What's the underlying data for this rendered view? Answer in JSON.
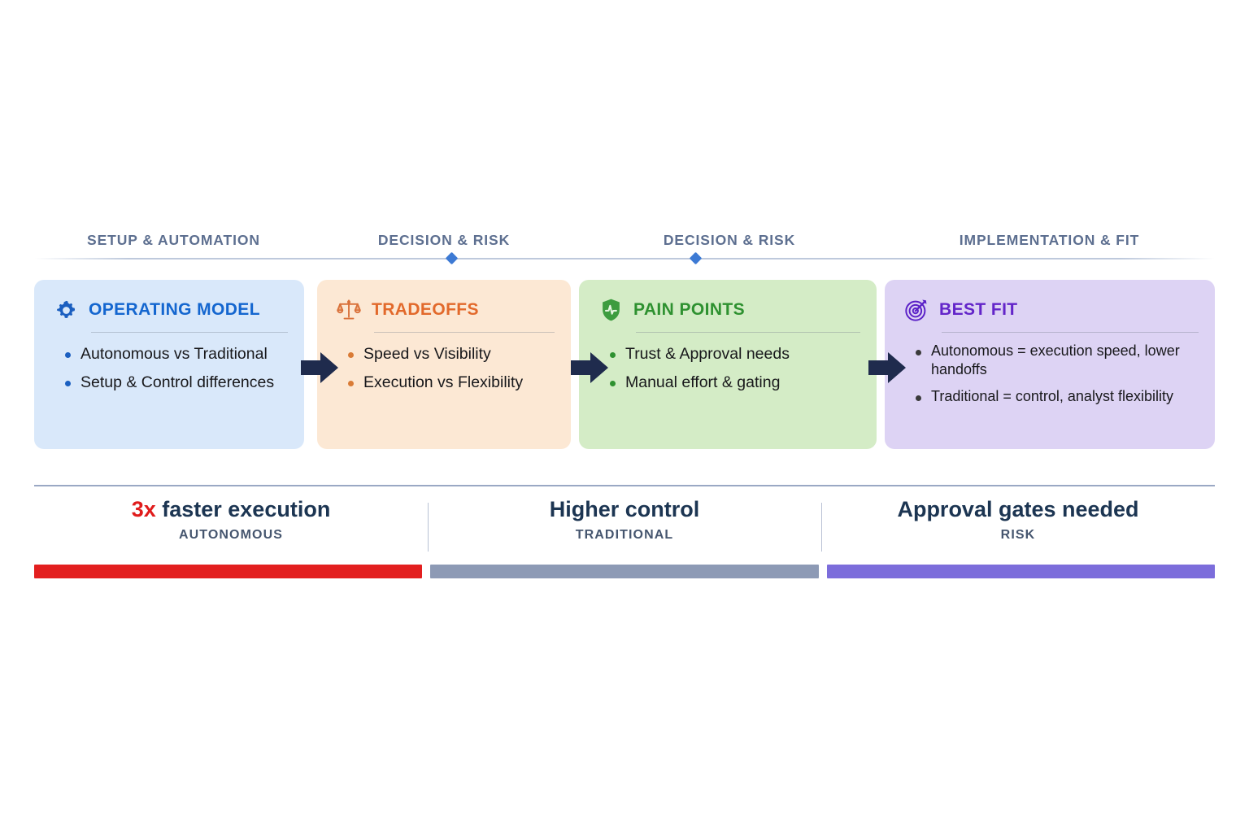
{
  "phases": [
    {
      "label": "SETUP & AUTOMATION"
    },
    {
      "label": "DECISION & RISK"
    },
    {
      "label": "DECISION & RISK"
    },
    {
      "label": "IMPLEMENTATION & FIT"
    }
  ],
  "cards": [
    {
      "icon": "gear-icon",
      "title": "OPERATING MODEL",
      "accent": "#1466cf",
      "background": "#d9e8fa",
      "bullets": [
        "Autonomous vs Traditional",
        "Setup & Control differences"
      ]
    },
    {
      "icon": "scales-icon",
      "title": "TRADEOFFS",
      "accent": "#e2692b",
      "background": "#fce8d4",
      "bullets": [
        "Speed vs Visibility",
        "Execution vs Flexibility"
      ]
    },
    {
      "icon": "shield-check-icon",
      "title": "PAIN POINTS",
      "accent": "#2e9130",
      "background": "#d4ecc6",
      "bullets": [
        "Trust & Approval needs",
        "Manual effort & gating"
      ]
    },
    {
      "icon": "target-icon",
      "title": "BEST FIT",
      "accent": "#6325c9",
      "background": "#ddd3f4",
      "bullets": [
        "Autonomous = execution speed, lower handoffs",
        "Traditional = control, analyst flexibility"
      ]
    }
  ],
  "arrows": [
    {
      "name": "arrow-operating-to-tradeoffs"
    },
    {
      "name": "arrow-tradeoffs-to-pain-points"
    },
    {
      "name": "arrow-pain-points-to-best-fit"
    }
  ],
  "stats": [
    {
      "accent_text": "3x",
      "headline": " faster execution",
      "sublabel": "AUTONOMOUS",
      "bar_color": "#e31f1f"
    },
    {
      "accent_text": "",
      "headline": "Higher control",
      "sublabel": "TRADITIONAL",
      "bar_color": "#8d9ab5"
    },
    {
      "accent_text": "",
      "headline": "Approval gates needed",
      "sublabel": "RISK",
      "bar_color": "#7c6ddb"
    }
  ]
}
